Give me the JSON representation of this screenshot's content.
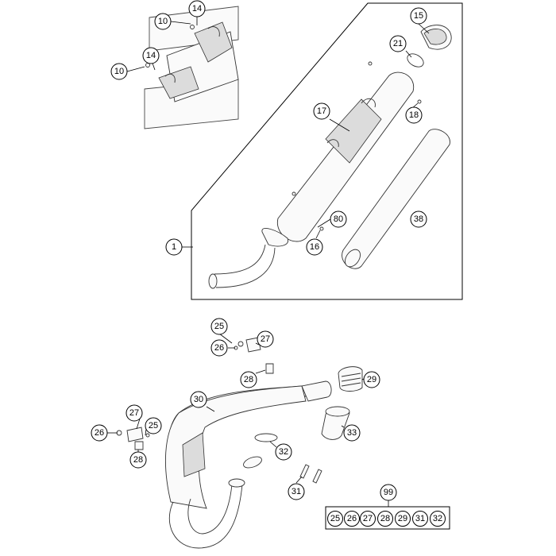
{
  "callouts": {
    "c10a": "10",
    "c14a": "14",
    "c14b": "14",
    "c10b": "10",
    "c15": "15",
    "c21": "21",
    "c17": "17",
    "c18": "18",
    "c1": "1",
    "c80": "80",
    "c16": "16",
    "c38": "38",
    "c25a": "25",
    "c26a": "26",
    "c27a": "27",
    "c28a": "28",
    "c29": "29",
    "c30": "30",
    "c27b": "27",
    "c25b": "25",
    "c26b": "26",
    "c28b": "28",
    "c33": "33",
    "c32": "32",
    "c31": "31",
    "c99": "99"
  },
  "kit_99": {
    "items": [
      "25",
      "26",
      "27",
      "28",
      "29",
      "31",
      "32"
    ]
  }
}
